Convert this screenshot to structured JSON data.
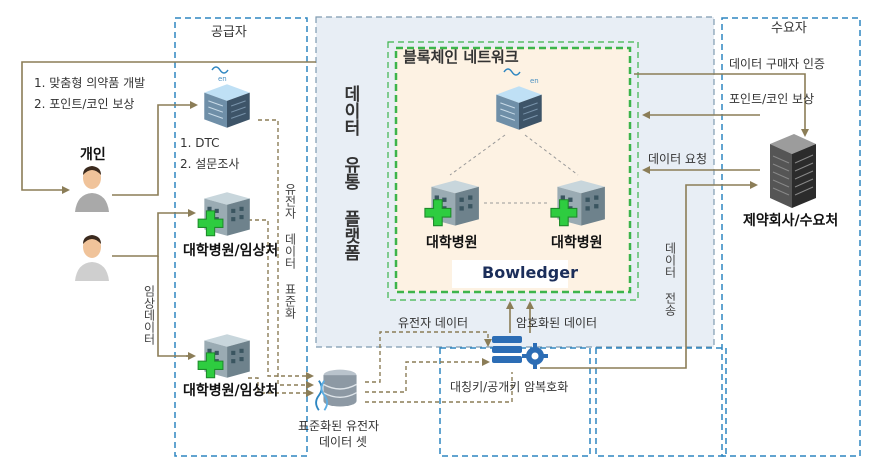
{
  "regions": {
    "supplier": "공급자",
    "demander": "수요자",
    "platform": "데이터 유통 플랫폼",
    "blockchain": "블록체인 네트워크"
  },
  "nodes": {
    "individual": "개인",
    "hospital_clinic_1": "대학병원/임상처",
    "hospital_clinic_2": "대학병원/임상처",
    "hospital_left": "대학병원",
    "hospital_right": "대학병원",
    "pharma": "제약회사/수요처",
    "dataset_label_1": "표준화된 유전자",
    "dataset_label_2": "데이터 셋",
    "brand": "Bowledger",
    "server_caption": "en"
  },
  "labels": {
    "benefit_1": "1.  맞춤형 의약품 개발",
    "benefit_2": "2.  포인트/코인 보상",
    "source_1": "1.  DTC",
    "source_2": "2. 설문조사",
    "clinical_data": "임상데이터",
    "genetic_standardization": "유전자 데이터 표준화",
    "buyer_auth": "데이터 구매자 인증",
    "point_reward": "포인트/코인 보상",
    "data_request": "데이터 요청",
    "data_transfer": "데이터 전송",
    "genetic_data": "유전자 데이터",
    "encrypted_data": "암호화된 데이터",
    "crypto": "대칭키/공개키 암복호화"
  },
  "colors": {
    "arrow": "#8b7d57",
    "blue_dash": "#2e86c1",
    "green_dash": "#3cb44b",
    "platform_fill": "#e8eef5",
    "blockchain_fill": "#fdf2e3",
    "hospital_cross": "#2ecc40",
    "gear": "#2c6db5"
  }
}
